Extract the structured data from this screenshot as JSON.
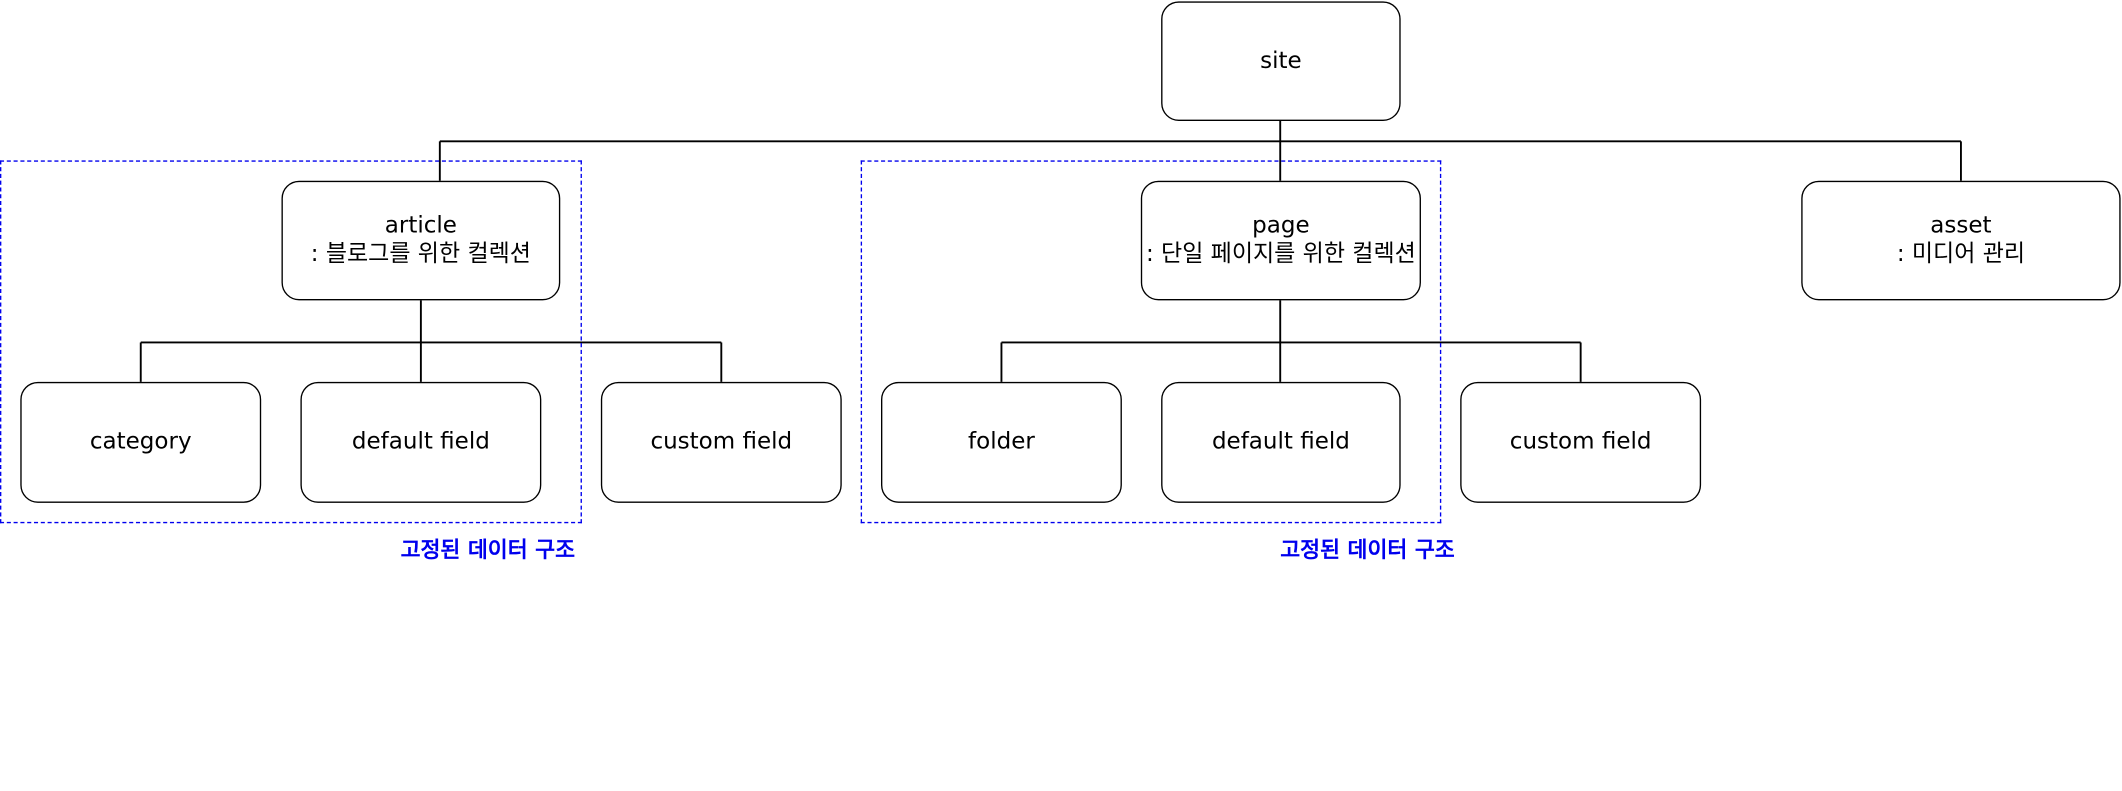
{
  "nodes": {
    "site": {
      "label": "site"
    },
    "article": {
      "label": "article",
      "desc": ": 블로그를 위한 컬렉션"
    },
    "page": {
      "label": "page",
      "desc": ": 단일 페이지를 위한 컬렉션"
    },
    "asset": {
      "label": "asset",
      "desc": ": 미디어 관리"
    },
    "article_category": {
      "label": "category"
    },
    "article_default_field": {
      "label": "default field"
    },
    "article_custom_field": {
      "label": "custom field"
    },
    "page_folder": {
      "label": "folder"
    },
    "page_default_field": {
      "label": "default field"
    },
    "page_custom_field": {
      "label": "custom field"
    }
  },
  "groups": {
    "article_group": {
      "label": "고정된 데이터 구조",
      "color": "#0000ee"
    },
    "page_group": {
      "label": "고정된 데이터 구조",
      "color": "#0000ee"
    }
  },
  "edges": [
    {
      "from": "site",
      "to": "article"
    },
    {
      "from": "site",
      "to": "page"
    },
    {
      "from": "site",
      "to": "asset"
    },
    {
      "from": "article",
      "to": "article_category"
    },
    {
      "from": "article",
      "to": "article_default_field"
    },
    {
      "from": "article",
      "to": "article_custom_field"
    },
    {
      "from": "page",
      "to": "page_folder"
    },
    {
      "from": "page",
      "to": "page_default_field"
    },
    {
      "from": "page",
      "to": "page_custom_field"
    }
  ]
}
